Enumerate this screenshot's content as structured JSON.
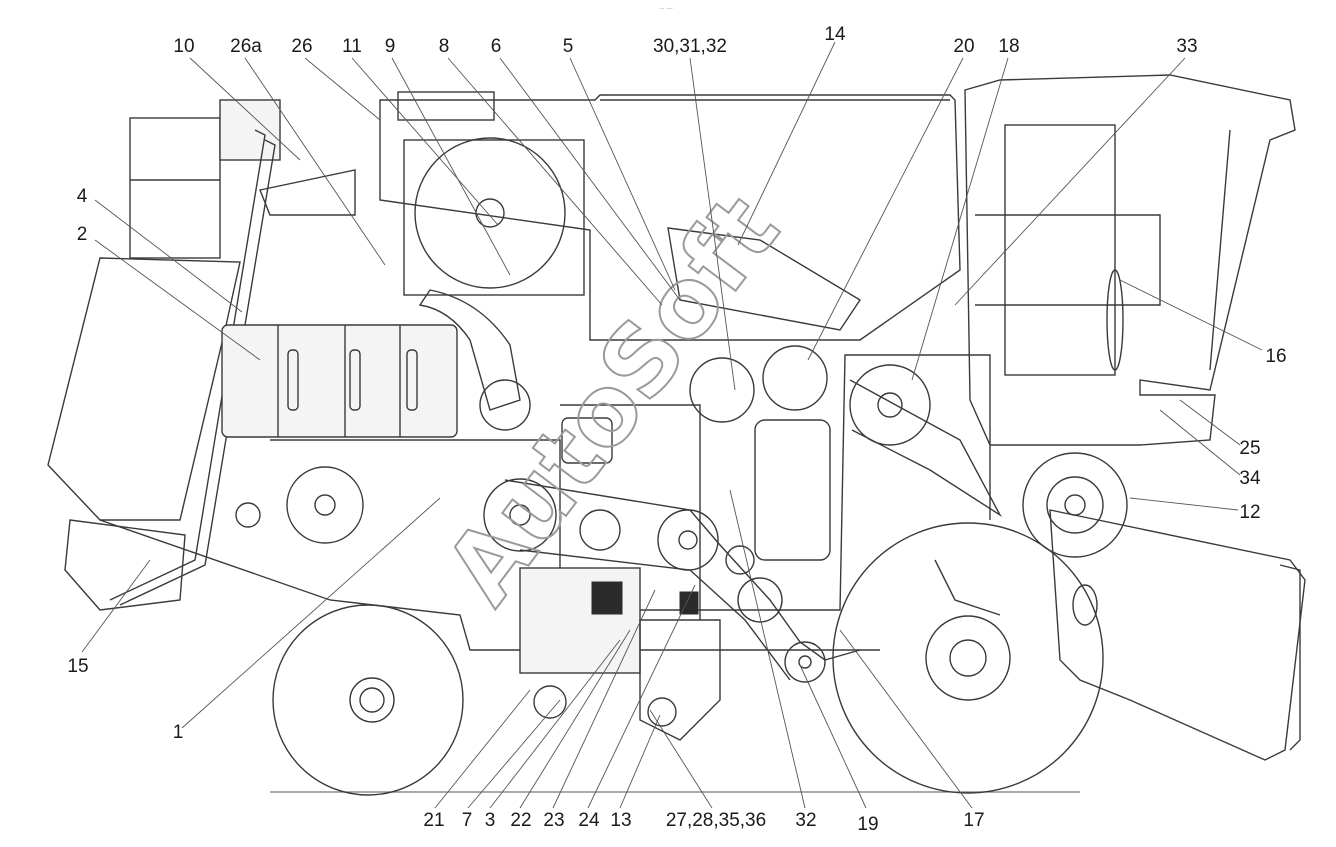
{
  "figure": {
    "header_mark": "-- ---",
    "watermark": "AutoSoft"
  },
  "callouts": [
    {
      "id": "c10",
      "label": "10"
    },
    {
      "id": "c26a",
      "label": "26a"
    },
    {
      "id": "c26",
      "label": "26"
    },
    {
      "id": "c11",
      "label": "11"
    },
    {
      "id": "c9",
      "label": "9"
    },
    {
      "id": "c8",
      "label": "8"
    },
    {
      "id": "c6",
      "label": "6"
    },
    {
      "id": "c5",
      "label": "5"
    },
    {
      "id": "c30",
      "label": "30,31,32"
    },
    {
      "id": "c14",
      "label": "14"
    },
    {
      "id": "c20",
      "label": "20"
    },
    {
      "id": "c18",
      "label": "18"
    },
    {
      "id": "c33",
      "label": "33"
    },
    {
      "id": "c4",
      "label": "4"
    },
    {
      "id": "c2",
      "label": "2"
    },
    {
      "id": "c16",
      "label": "16"
    },
    {
      "id": "c25",
      "label": "25"
    },
    {
      "id": "c34",
      "label": "34"
    },
    {
      "id": "c12",
      "label": "12"
    },
    {
      "id": "c15",
      "label": "15"
    },
    {
      "id": "c1",
      "label": "1"
    },
    {
      "id": "c21",
      "label": "21"
    },
    {
      "id": "c7",
      "label": "7"
    },
    {
      "id": "c3",
      "label": "3"
    },
    {
      "id": "c22",
      "label": "22"
    },
    {
      "id": "c23",
      "label": "23"
    },
    {
      "id": "c24",
      "label": "24"
    },
    {
      "id": "c13",
      "label": "13"
    },
    {
      "id": "c27",
      "label": "27,28,35,36"
    },
    {
      "id": "c32b",
      "label": "32"
    },
    {
      "id": "c19",
      "label": "19"
    },
    {
      "id": "c17",
      "label": "17"
    }
  ]
}
